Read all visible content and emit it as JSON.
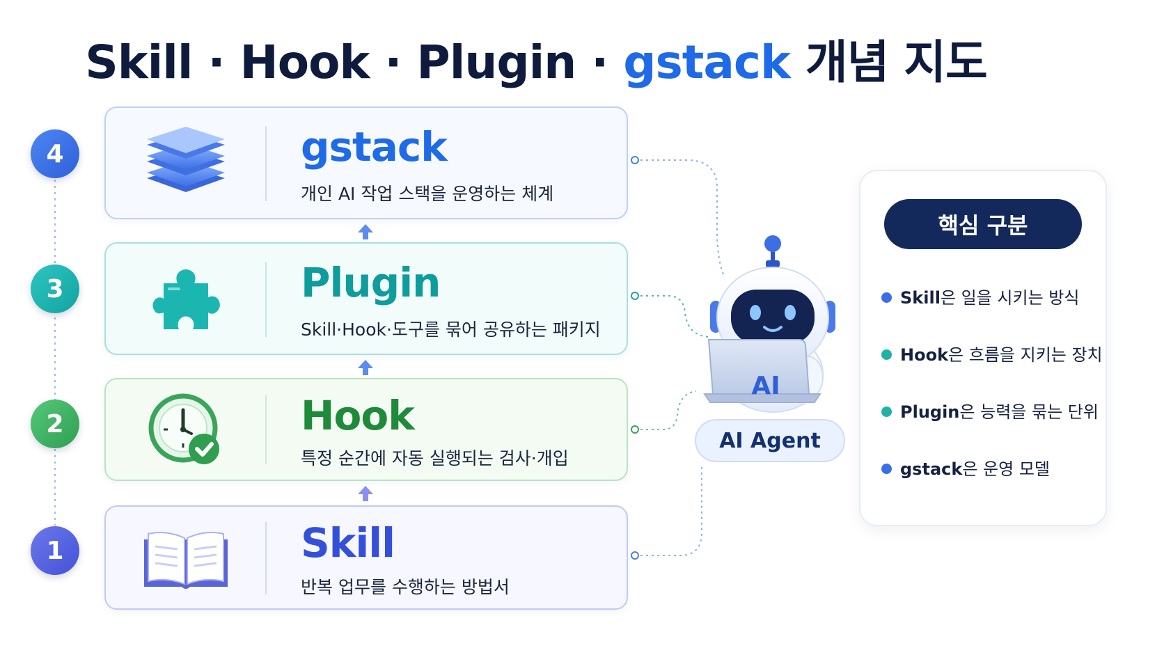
{
  "title": {
    "parts": [
      "Skill · Hook · Plugin · ",
      "gstack",
      " 개념 지도"
    ]
  },
  "colors": {
    "title": "#0f1b3d",
    "accent_blue": "#1f6ae6",
    "plugin_teal": "#0e9c9c",
    "hook_green": "#1f8a3a",
    "skill_blue": "#3450d8",
    "panel_title_bg": "#14295b"
  },
  "layers": [
    {
      "number": "4",
      "name": "gstack",
      "desc": "개인 AI 작업 스택을 운영하는 체계",
      "icon": "stacked-layers-icon"
    },
    {
      "number": "3",
      "name": "Plugin",
      "desc": "Skill·Hook·도구를 묶어 공유하는 패키지",
      "icon": "puzzle-piece-icon"
    },
    {
      "number": "2",
      "name": "Hook",
      "desc": "특정 순간에 자동 실행되는 검사·개입",
      "icon": "clock-check-icon"
    },
    {
      "number": "1",
      "name": "Skill",
      "desc": "반복 업무를 수행하는 방법서",
      "icon": "open-book-icon"
    }
  ],
  "agent": {
    "laptop_label": "AI",
    "badge_label": "AI Agent",
    "icon": "robot-icon"
  },
  "summary": {
    "title": "핵심 구분",
    "items": [
      {
        "term": "Skill",
        "rest": "은 일을 시키는 방식",
        "color": "#3b6de6"
      },
      {
        "term": "Hook",
        "rest": "은 흐름을 지키는 장치",
        "color": "#1fb3a6"
      },
      {
        "term": "Plugin",
        "rest": "은 능력을 묶는 단위",
        "color": "#1fb3a6"
      },
      {
        "term": "gstack",
        "rest": "은 운영 모델",
        "color": "#3b6de6"
      }
    ]
  }
}
